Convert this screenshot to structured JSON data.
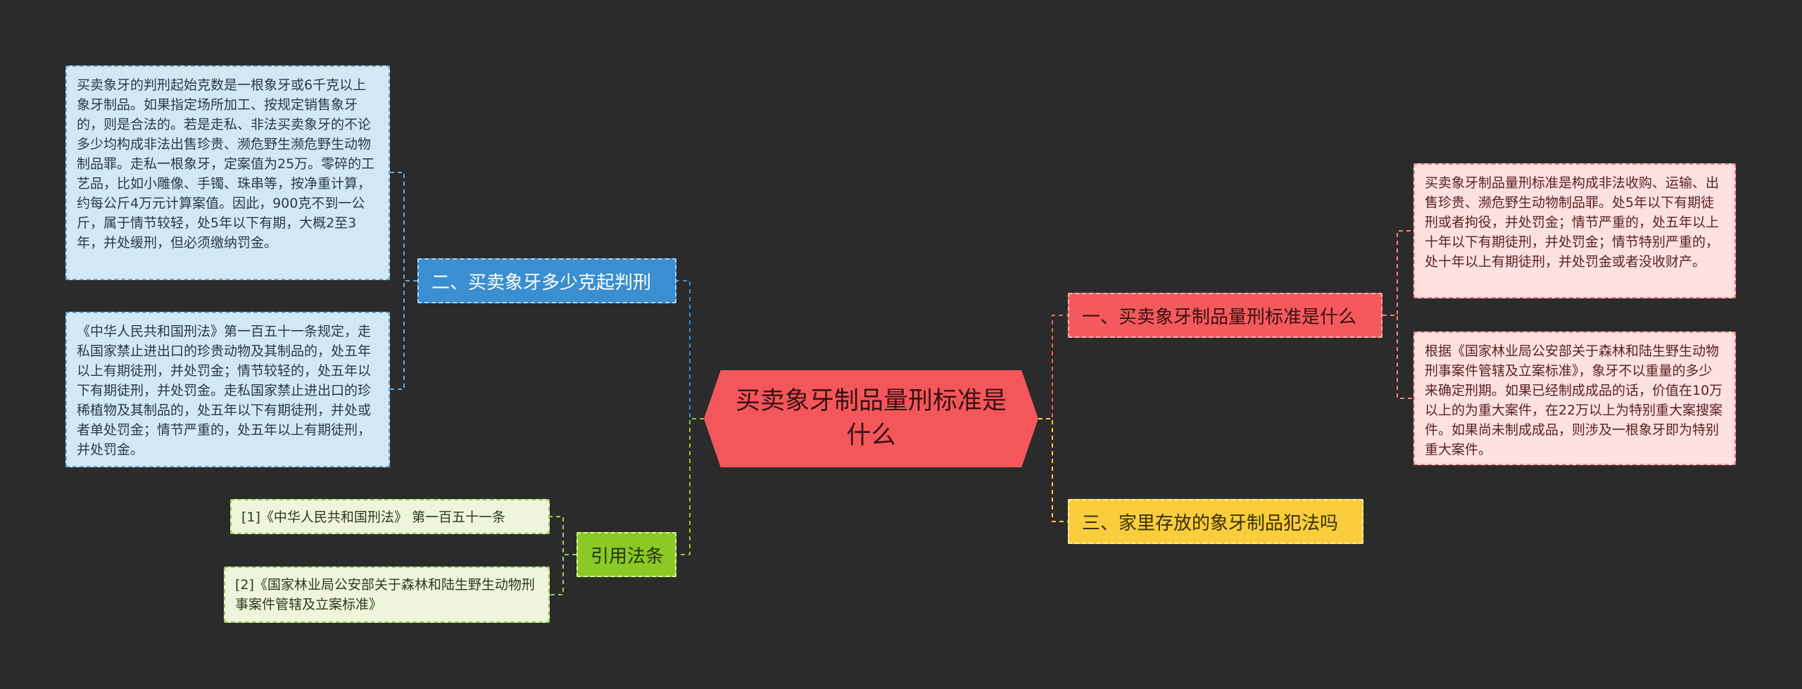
{
  "diagram": {
    "central": "买卖象牙制品量刑标准是什么",
    "topics": {
      "t1": "一、买卖象牙制品量刑标准是什么",
      "t2": "二、买卖象牙多少克起判刑",
      "t3": "三、家里存放的象牙制品犯法吗",
      "t4": "引用法条"
    },
    "leaves": {
      "r1": "买卖象牙制品量刑标准是构成非法收购、运输、出售珍贵、濒危野生动物制品罪。处5年以下有期徒刑或者拘役，并处罚金；情节严重的，处五年以上十年以下有期徒刑，并处罚金；情节特别严重的，处十年以上有期徒刑，并处罚金或者没收财产。",
      "r2": "根据《国家林业局公安部关于森林和陆生野生动物刑事案件管辖及立案标准》，象牙不以重量的多少来确定刑期。如果已经制成成品的话，价值在10万以上的为重大案件，在22万以上为特别重大案搜案件。如果尚未制成成品，则涉及一根象牙即为特别重大案件。",
      "b1": "买卖象牙的判刑起始克数是一根象牙或6千克以上象牙制品。如果指定场所加工、按规定销售象牙的，则是合法的。若是走私、非法买卖象牙的不论多少均构成非法出售珍贵、濒危野生濒危野生动物制品罪。走私一根象牙，定案值为25万。零碎的工艺品，比如小雕像、手镯、珠串等，按净重计算，约每公斤4万元计算案值。因此，900克不到一公斤，属于情节较轻，处5年以下有期，大概2至3年，并处缓刑，但必须缴纳罚金。",
      "b2": "《中华人民共和国刑法》第一百五十一条规定，走私国家禁止进出口的珍贵动物及其制品的，处五年以上有期徒刑，并处罚金；情节较轻的，处五年以下有期徒刑，并处罚金。走私国家禁止进出口的珍稀植物及其制品的，处五年以下有期徒刑，并处或者单处罚金；情节严重的，处五年以上有期徒刑，并处罚金。",
      "g1": "[1]《中华人民共和国刑法》 第一百五十一条",
      "g2": "[2]《国家林业局公安部关于森林和陆生野生动物刑事案件管辖及立案标准》"
    }
  },
  "colors": {
    "background": "#2b2b2b",
    "central": "#f3575b",
    "red_branch": "#f45a5d",
    "blue_branch": "#3b8ed0",
    "yellow_branch": "#f9cd3b",
    "green_branch": "#8bc924"
  }
}
